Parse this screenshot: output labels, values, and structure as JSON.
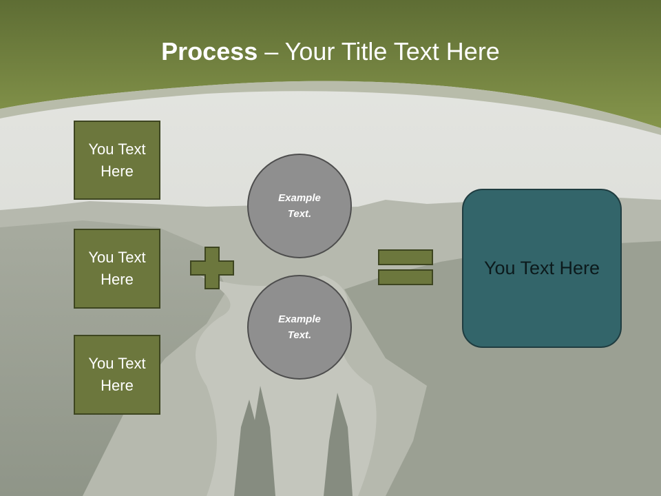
{
  "header": {
    "title_bold": "Process",
    "title_rest": " – Your Title Text Here"
  },
  "left_boxes": [
    {
      "label": "You Text Here"
    },
    {
      "label": "You Text Here"
    },
    {
      "label": "You Text Here"
    }
  ],
  "circles": [
    {
      "label": "Example Text."
    },
    {
      "label": "Example Text."
    }
  ],
  "result": {
    "label": "You Text Here"
  },
  "operators": {
    "plus": "plus-icon",
    "equals": "equals-icon"
  },
  "colors": {
    "header_green": "#7b8a45",
    "box_fill": "#6c773d",
    "circle_fill": "#8f8f8f",
    "result_fill": "#33656a"
  }
}
